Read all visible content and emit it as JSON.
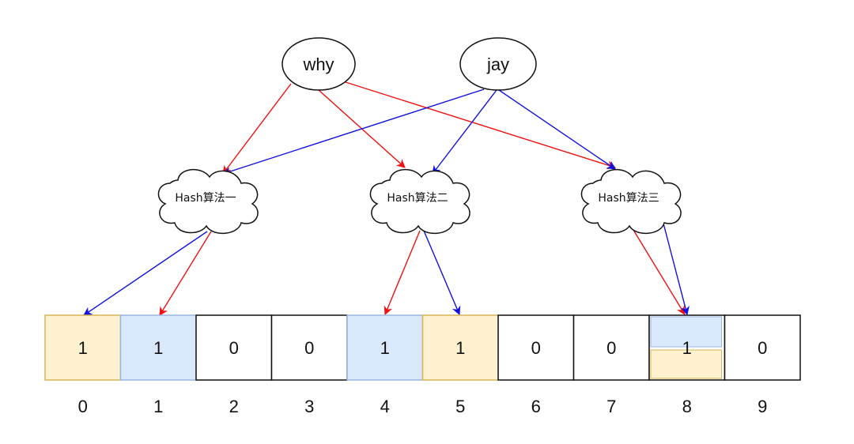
{
  "inputs": {
    "why": "why",
    "jay": "jay"
  },
  "hashes": {
    "h1": "Hash算法一",
    "h2": "Hash算法二",
    "h3": "Hash算法三"
  },
  "array": {
    "values": [
      "1",
      "1",
      "0",
      "0",
      "1",
      "1",
      "0",
      "0",
      "1",
      "0"
    ],
    "indices": [
      "0",
      "1",
      "2",
      "3",
      "4",
      "5",
      "6",
      "7",
      "8",
      "9"
    ],
    "fills": [
      "yellow",
      "blue",
      "none",
      "none",
      "blue",
      "yellow",
      "none",
      "none",
      "split",
      "none"
    ]
  },
  "colors": {
    "red_arrow": "#ee1111",
    "blue_arrow": "#1111dd",
    "yellow_fill": "#fdf1cf",
    "yellow_border": "#d6b656",
    "blue_fill": "#dae8fc",
    "blue_border": "#9bb6e0",
    "outline": "#111111"
  }
}
